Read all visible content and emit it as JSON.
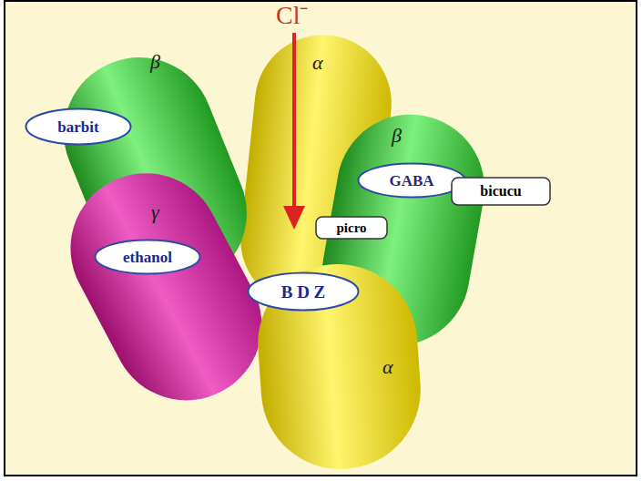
{
  "diagram": {
    "nodes": [
      {
        "text": [
          "barbit"
        ]
      },
      {
        "text": [
          "GABA"
        ]
      },
      {
        "text": [
          "bicucu"
        ]
      },
      {
        "text": [
          "picro"
        ]
      },
      {
        "text": [
          "ethanol"
        ]
      },
      {
        "text": [
          "B D Z"
        ]
      }
    ],
    "labels": [
      "Cl⁻",
      "β",
      "α",
      "β",
      "γ",
      "α"
    ]
  }
}
